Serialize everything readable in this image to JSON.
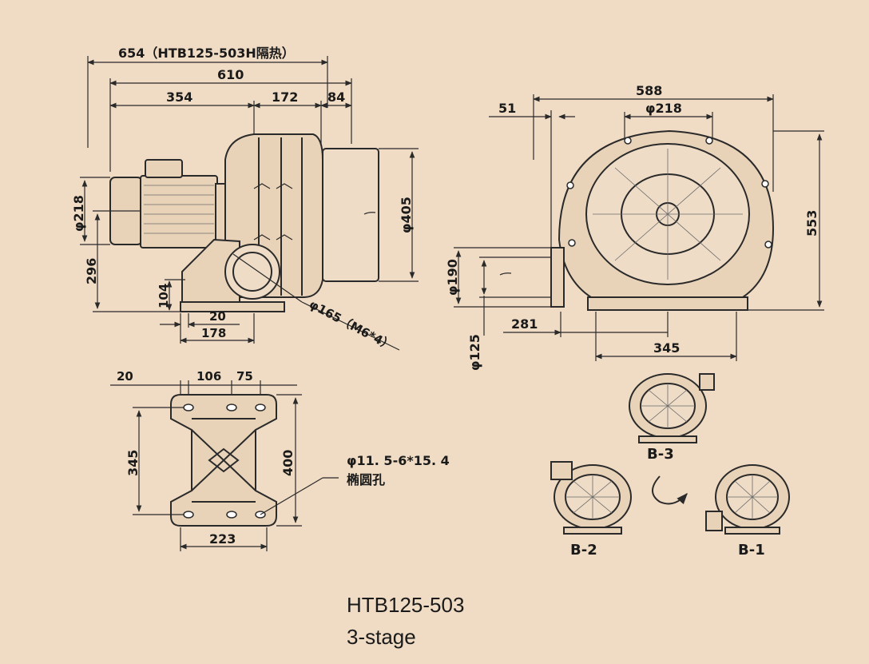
{
  "side_view": {
    "dim_total_insulated": "654（HTB125-503H隔热）",
    "dim_total": "610",
    "dim_motor": "354",
    "dim_mid": "172",
    "dim_outlet": "84",
    "dim_motor_dia": "φ218",
    "dim_height": "296",
    "dim_foot_height": "104",
    "dim_foot_offset": "20",
    "dim_foot_width": "178",
    "dim_inlet": "φ165（M6*4）",
    "dim_casing_dia": "φ405"
  },
  "front_view": {
    "dim_width": "588",
    "dim_flange_offset": "51",
    "dim_port_dia": "φ218",
    "dim_height": "553",
    "dim_outlet_dia": "φ190",
    "dim_outlet_height": "φ125",
    "dim_outlet_offset": "281",
    "dim_base": "345"
  },
  "base_view": {
    "dim_left": "20",
    "dim_mid": "106",
    "dim_right": "75",
    "dim_hole_span": "345",
    "dim_length": "400",
    "dim_width": "223",
    "hole_spec": "φ11. 5-6*15. 4",
    "hole_name": "椭圆孔"
  },
  "orientations": {
    "b3": "B-3",
    "b2": "B-2",
    "b1": "B-1"
  },
  "caption": {
    "model": "HTB125-503",
    "stage": "3-stage"
  }
}
